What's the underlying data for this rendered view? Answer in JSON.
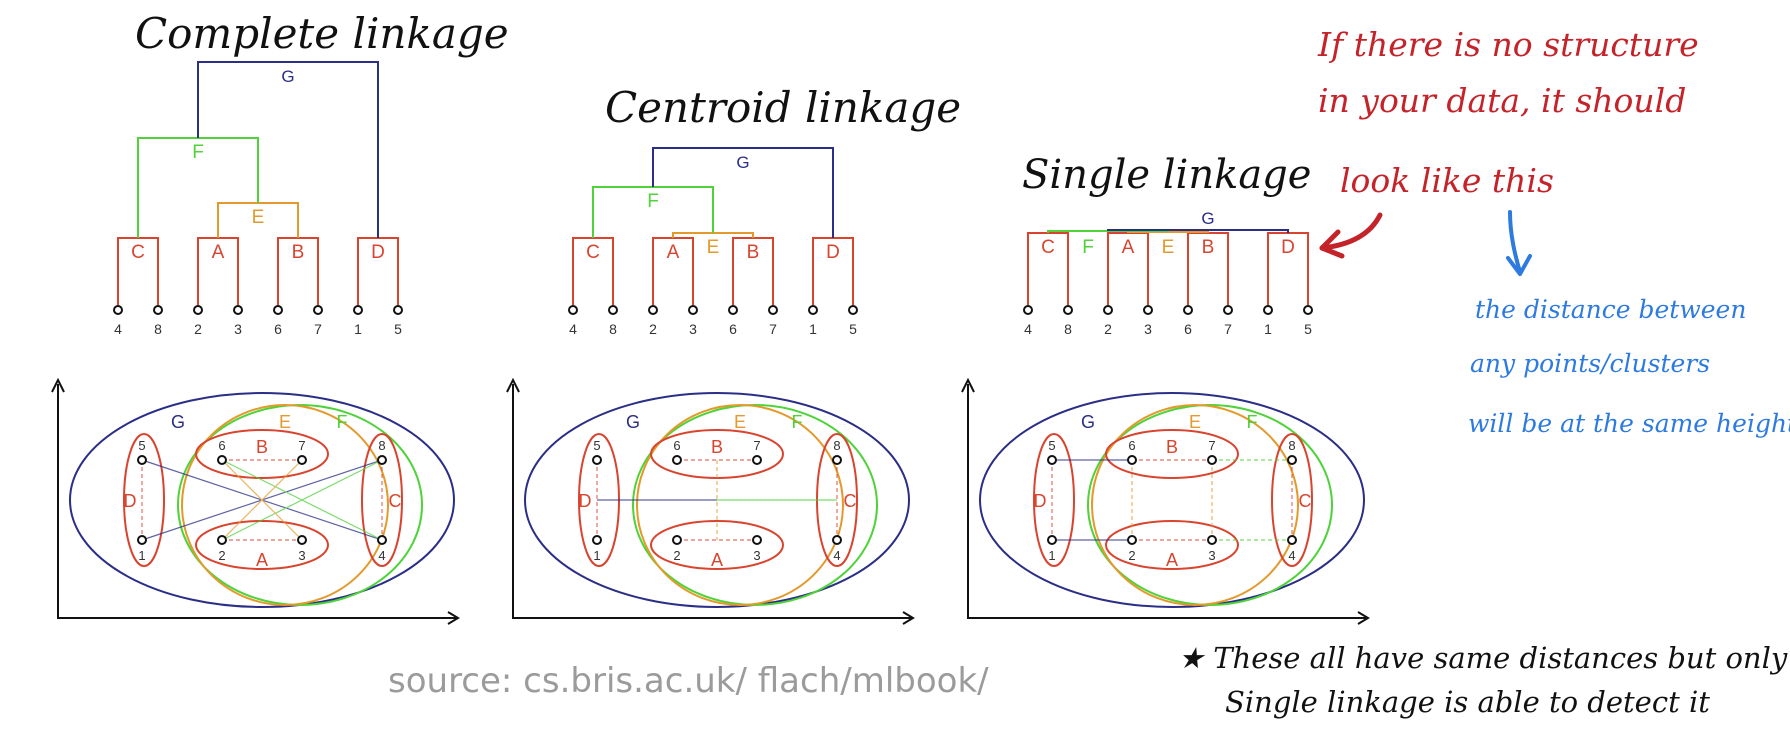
{
  "colors": {
    "A": "#d9442f",
    "B": "#d9442f",
    "C": "#d9442f",
    "D": "#d9442f",
    "E": "#e39a2c",
    "F": "#4fd23a",
    "G": "#2b2e86",
    "ink": "#111111",
    "annot_red": "#c4232a",
    "annot_blue": "#2d7ae0",
    "source_gray": "#9b9b9b"
  },
  "leaf_order": [
    "4",
    "8",
    "2",
    "3",
    "6",
    "7",
    "1",
    "5"
  ],
  "panels": [
    {
      "title": "Complete linkage",
      "clusters": {
        "C": {
          "label": "C",
          "members": [
            "4",
            "8"
          ]
        },
        "A": {
          "label": "A",
          "members": [
            "2",
            "3"
          ]
        },
        "B": {
          "label": "B",
          "members": [
            "6",
            "7"
          ]
        },
        "D": {
          "label": "D",
          "members": [
            "1",
            "5"
          ]
        },
        "E": {
          "label": "E",
          "members": [
            "A",
            "B"
          ]
        },
        "F": {
          "label": "F",
          "members": [
            "C",
            "E"
          ]
        },
        "G": {
          "label": "G",
          "members": [
            "F",
            "D"
          ]
        }
      },
      "scatter_labels": {
        "G": "G",
        "E": "E",
        "F": "F",
        "B": "B",
        "A": "A",
        "C": "C",
        "D": "D"
      }
    },
    {
      "title": "Centroid linkage",
      "clusters": {
        "C": {
          "label": "C",
          "members": [
            "4",
            "8"
          ]
        },
        "A": {
          "label": "A",
          "members": [
            "2",
            "3"
          ]
        },
        "B": {
          "label": "B",
          "members": [
            "6",
            "7"
          ]
        },
        "D": {
          "label": "D",
          "members": [
            "1",
            "5"
          ]
        },
        "E": {
          "label": "E",
          "members": [
            "A",
            "B"
          ]
        },
        "F": {
          "label": "F",
          "members": [
            "C",
            "E"
          ]
        },
        "G": {
          "label": "G",
          "members": [
            "F",
            "D"
          ]
        }
      },
      "scatter_labels": {
        "G": "G",
        "E": "E",
        "F": "F",
        "B": "B",
        "A": "A",
        "C": "C",
        "D": "D"
      }
    },
    {
      "title": "Single linkage",
      "clusters": {
        "C": {
          "label": "C",
          "members": [
            "4",
            "8"
          ]
        },
        "A": {
          "label": "A",
          "members": [
            "2",
            "3"
          ]
        },
        "B": {
          "label": "B",
          "members": [
            "6",
            "7"
          ]
        },
        "D": {
          "label": "D",
          "members": [
            "1",
            "5"
          ]
        },
        "E": {
          "label": "E",
          "members": [
            "A",
            "B"
          ]
        },
        "F": {
          "label": "F",
          "members": [
            "C",
            "E"
          ]
        },
        "G": {
          "label": "G",
          "members": [
            "F",
            "D"
          ]
        }
      },
      "scatter_labels": {
        "G": "G",
        "E": "E",
        "F": "F",
        "B": "B",
        "A": "A",
        "C": "C",
        "D": "D"
      }
    }
  ],
  "annotations": {
    "red_note": [
      "If there is no structure",
      "in your data, it should",
      "look like this"
    ],
    "blue_note": [
      "the distance between",
      "any points/clusters",
      "will be at the same height"
    ],
    "star_note": [
      "★ These all have same distances but only",
      "Single linkage is able to detect it"
    ]
  },
  "source": "source:  cs.bris.ac.uk/ flach/mlbook/"
}
